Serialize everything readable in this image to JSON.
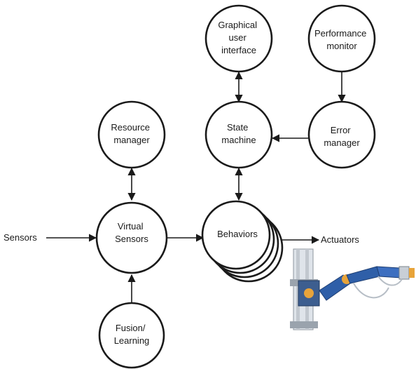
{
  "nodes": {
    "gui": {
      "lines": [
        "Graphical",
        "user",
        "interface"
      ]
    },
    "perf": {
      "lines": [
        "Performance",
        "monitor"
      ]
    },
    "resource": {
      "lines": [
        "Resource",
        "manager"
      ]
    },
    "state": {
      "lines": [
        "State",
        "machine"
      ]
    },
    "error": {
      "lines": [
        "Error",
        "manager"
      ]
    },
    "virtual": {
      "lines": [
        "Virtual",
        "Sensors"
      ]
    },
    "behaviors": {
      "lines": [
        "Behaviors"
      ]
    },
    "fusion": {
      "lines": [
        "Fusion/",
        "Learning"
      ]
    }
  },
  "external": {
    "sensors": "Sensors",
    "actuators": "Actuators"
  },
  "edges": [
    {
      "from": "gui",
      "to": "state",
      "arrows": "both"
    },
    {
      "from": "perf",
      "to": "error",
      "arrows": "end"
    },
    {
      "from": "error",
      "to": "state",
      "arrows": "end"
    },
    {
      "from": "resource",
      "to": "virtual",
      "arrows": "both"
    },
    {
      "from": "state",
      "to": "behaviors",
      "arrows": "both"
    },
    {
      "from": "sensors",
      "to": "virtual",
      "arrows": "end"
    },
    {
      "from": "virtual",
      "to": "behaviors",
      "arrows": "end"
    },
    {
      "from": "fusion",
      "to": "virtual",
      "arrows": "end"
    },
    {
      "from": "behaviors",
      "to": "actuators",
      "arrows": "end"
    }
  ],
  "image": {
    "subject": "robotic-arm"
  },
  "colors": {
    "stroke": "#1a1a1a",
    "arm_blue": "#2f5fa8",
    "arm_orange": "#e8a43a",
    "frame_gray": "#b9c0c8"
  }
}
